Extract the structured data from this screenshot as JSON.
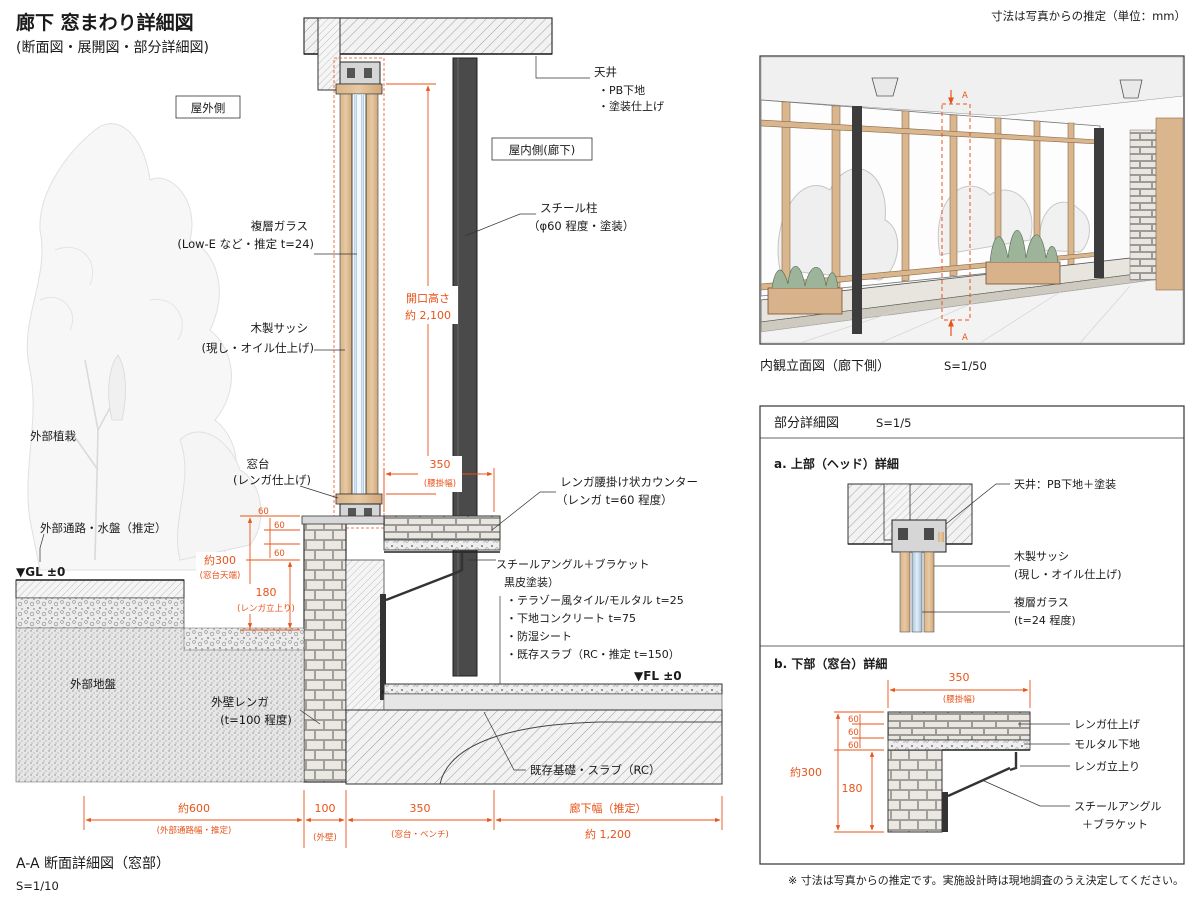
{
  "header": {
    "title": "廊下 窓まわり詳細図",
    "subtitle": "(断面図・展開図・部分詳細図)",
    "note_top": "寸法は写真からの推定（単位：mm）"
  },
  "section": {
    "label_outside": "屋外側",
    "label_inside": "屋内側(廊下)",
    "title": "A-A 断面詳細図（窓部）",
    "scale": "S=1/10",
    "gl": "▼GL ±0",
    "fl": "▼FL ±0",
    "labels": {
      "ceiling": "天井",
      "ceiling_1": "・PB下地",
      "ceiling_2": "・塗装仕上げ",
      "glass": "複層ガラス",
      "glass_2": "(Low-E など・推定 t=24)",
      "sash": "木製サッシ",
      "sash_2": "(現し・オイル仕上げ)",
      "column": "スチール柱",
      "column_2": "（φ60 程度・塗装）",
      "opening": "開口高さ",
      "opening_2": "約 2,100",
      "sill": "窓台",
      "sill_2": "(レンガ仕上げ)",
      "counter": "レンガ腰掛け状カウンター",
      "counter_2": "（レンガ t=60 程度）",
      "angle": "スチールアングル＋ブラケット",
      "angle_2": "黒皮塗装）",
      "floor_1": "・テラゾー風タイル/モルタル t=25",
      "floor_2": "・下地コンクリート t=75",
      "floor_3": "・防湿シート",
      "floor_4": "・既存スラブ（RC・推定 t=150）",
      "planting": "外部植栽",
      "path": "外部通路・水盤（推定）",
      "ground": "外部地盤",
      "wall": "外壁レンガ",
      "wall_2": "(t=100 程度)",
      "foundation": "既存基礎・スラブ（RC）"
    },
    "dims": {
      "d350_top": "350",
      "d350_top_sub": "(腰掛幅)",
      "d60": "60",
      "d_s1": "60",
      "d_s2": "60",
      "d300": "約300",
      "d300_sub": "(窓台天端)",
      "d180": "180",
      "d180_sub": "(レンガ立上り)",
      "b600": "約600",
      "b600_sub": "(外部通路幅・推定)",
      "b100": "100",
      "b100_sub": "(外壁)",
      "b350": "350",
      "b350_sub": "(窓台・ベンチ)",
      "b1200_head": "廊下幅（推定）",
      "b1200": "約 1,200"
    }
  },
  "elevation": {
    "title": "内観立面図（廊下側）",
    "scale": "S=1/50",
    "cut": "A"
  },
  "details": {
    "title": "部分詳細図",
    "scale": "S=1/5",
    "a_title": "a. 上部（ヘッド）詳細",
    "a_ceiling": "天井：PB下地＋塗装",
    "a_sash": "木製サッシ",
    "a_sash_2": "(現し・オイル仕上げ)",
    "a_glass": "複層ガラス",
    "a_glass_2": "(t=24 程度)",
    "b_title": "b. 下部（窓台）詳細",
    "b_350": "350",
    "b_350_sub": "(腰掛幅)",
    "b_d300": "約300",
    "b_d180": "180",
    "b_brick": "レンガ仕上げ",
    "b_mortar": "モルタル下地",
    "b_rise": "レンガ立上り",
    "b_angle": "スチールアングル",
    "b_angle_2": "＋ブラケット",
    "b_s1": "60",
    "b_s2": "60",
    "b_s3": "60"
  },
  "footer": {
    "note": "※ 寸法は写真からの推定です。実施設計時は現地調査のうえ決定してください。"
  }
}
